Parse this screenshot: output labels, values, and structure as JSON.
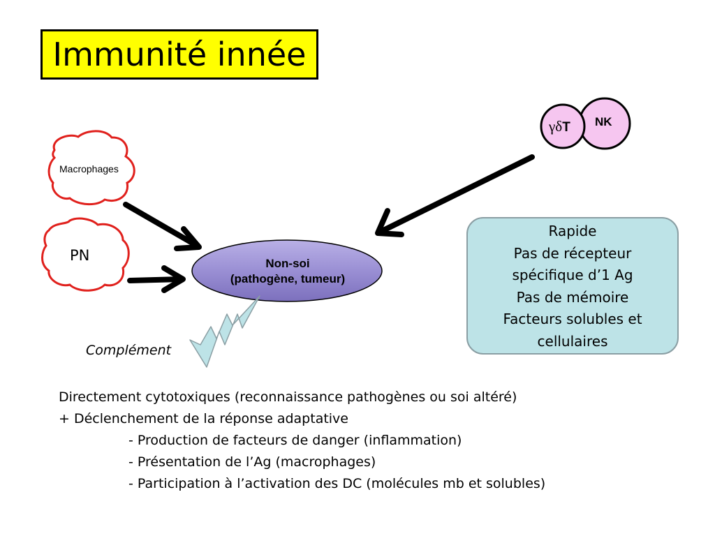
{
  "title": "Immunité innée",
  "cells": {
    "macrophages": "Macrophages",
    "pn": "PN",
    "gamma_delta": "γδ",
    "gamma_delta_t": "T",
    "nk": "NK"
  },
  "target": {
    "line1": "Non-soi",
    "line2": "(pathogène, tumeur)"
  },
  "complement": "Complément",
  "properties": [
    "Rapide",
    "Pas de récepteur",
    "spécifique d’1 Ag",
    "Pas de mémoire",
    "Facteurs solubles et",
    "cellulaires"
  ],
  "functions": {
    "line1": "Directement cytotoxiques (reconnaissance pathogènes ou soi altéré)",
    "line2": "+ Déclenchement de la réponse adaptative",
    "items": [
      "- Production de facteurs de danger (inflammation)",
      "- Présentation de l’Ag (macrophages)",
      "- Participation à l’activation des DC (molécules mb et solubles)"
    ]
  },
  "colors": {
    "title_bg": "#ffff00",
    "cell_outline": "#e0201c",
    "lymphocyte_fill": "#f6c6f0",
    "lymphocyte_outline": "#000000",
    "target_fill": "#9a8fd4",
    "complement_fill": "#bde3e7",
    "properties_bg": "#bde3e7"
  }
}
